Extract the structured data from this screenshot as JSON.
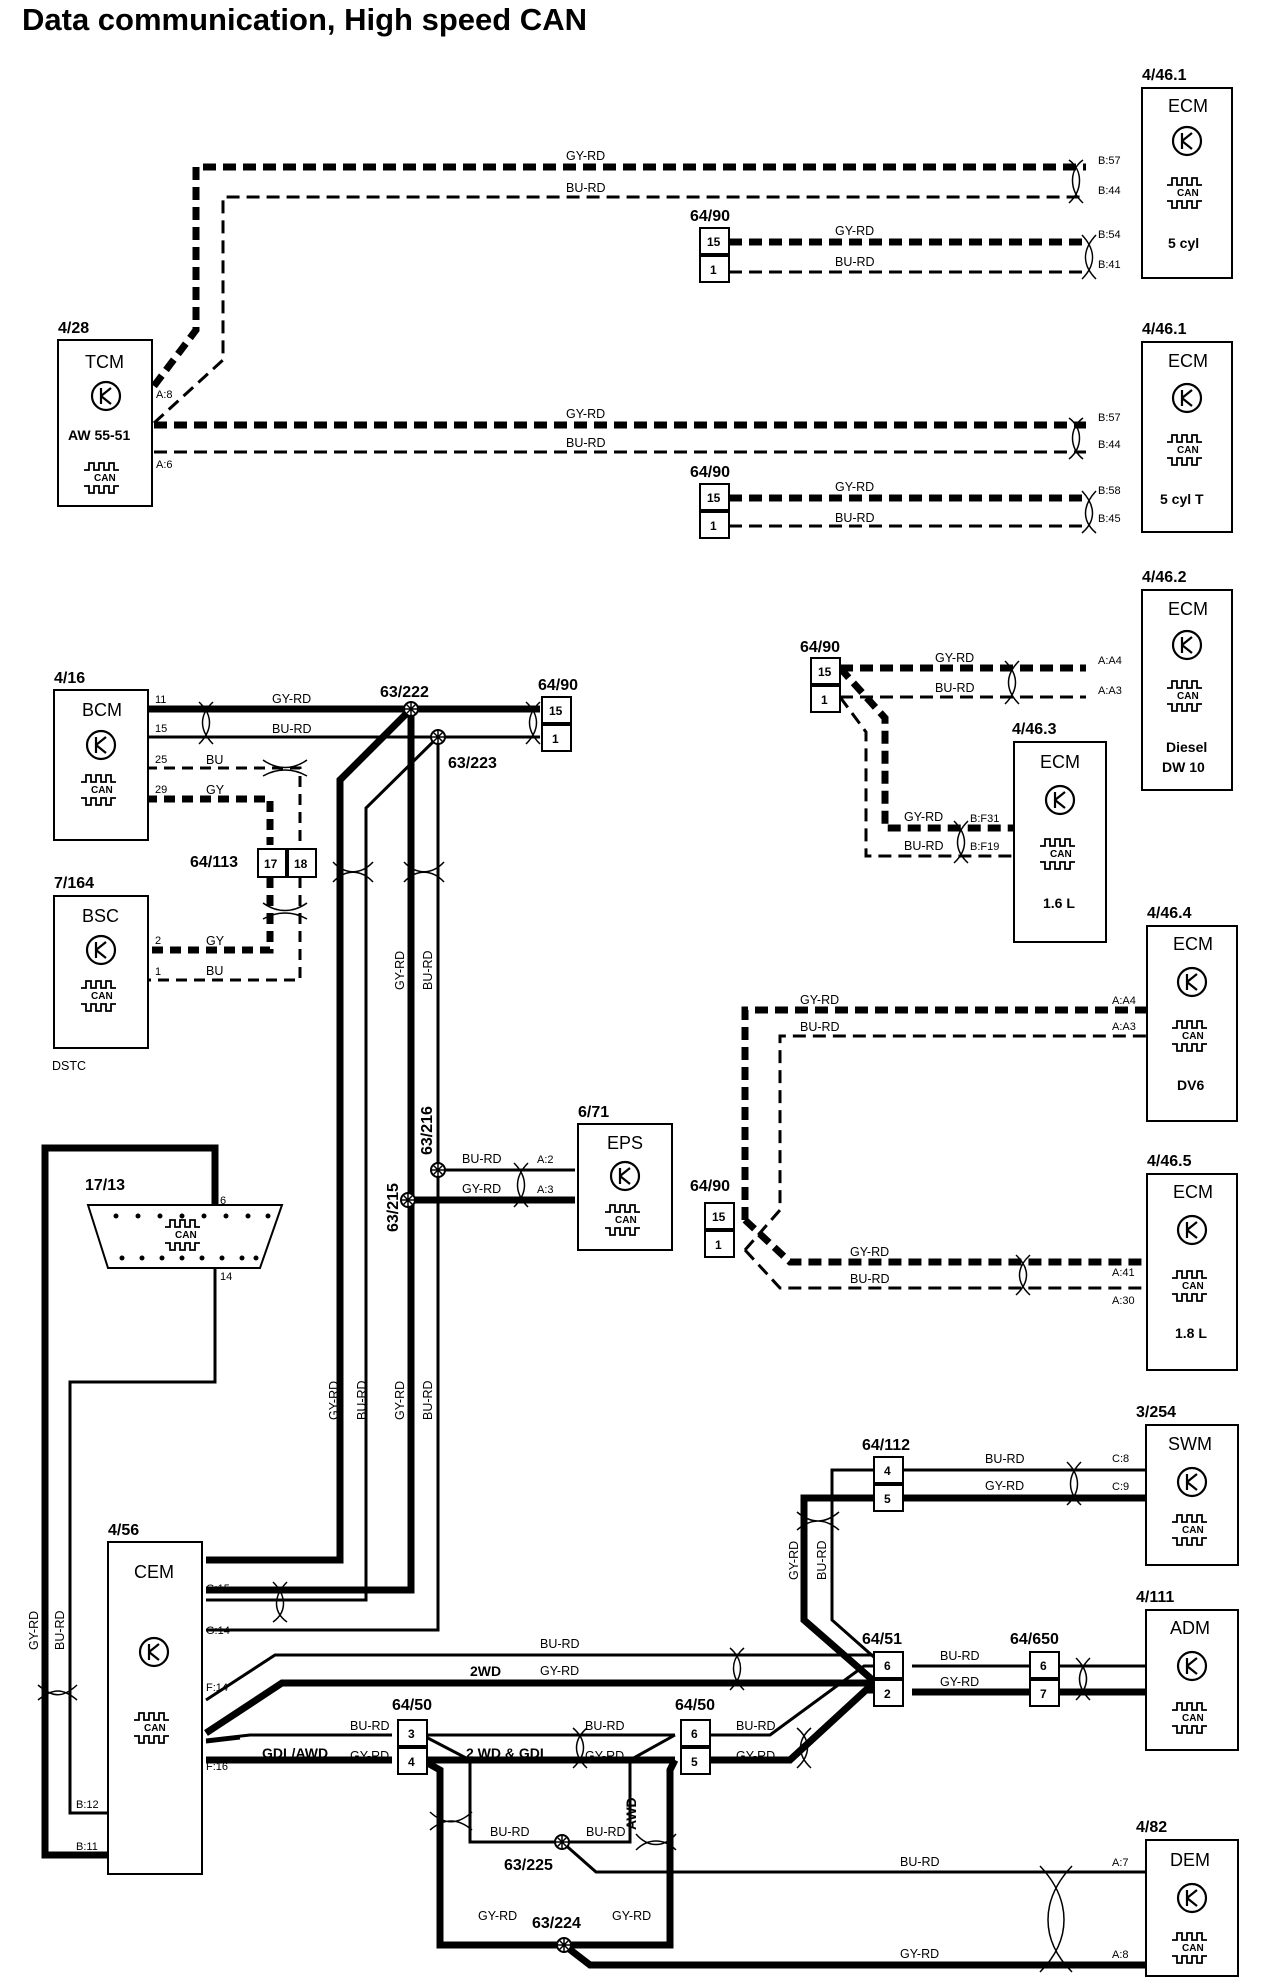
{
  "title": "Data communication, High speed CAN",
  "wire_colors": {
    "gy_rd": "GY-RD",
    "bu_rd": "BU-RD",
    "gy": "GY",
    "bu": "BU"
  },
  "modules": {
    "ecm_5cyl": {
      "id": "4/46.1",
      "name": "ECM",
      "sub": "5 cyl"
    },
    "ecm_5cylt": {
      "id": "4/46.1",
      "name": "ECM",
      "sub": "5 cyl T"
    },
    "tcm": {
      "id": "4/28",
      "name": "TCM",
      "sub": "AW 55-51"
    },
    "ecm_diesel": {
      "id": "4/46.2",
      "name": "ECM",
      "sub1": "Diesel",
      "sub2": "DW 10"
    },
    "ecm_16": {
      "id": "4/46.3",
      "name": "ECM",
      "sub": "1.6 L"
    },
    "bcm": {
      "id": "4/16",
      "name": "BCM"
    },
    "bsc": {
      "id": "7/164",
      "name": "BSC",
      "note": "DSTC"
    },
    "ecm_dv6": {
      "id": "4/46.4",
      "name": "ECM",
      "sub": "DV6"
    },
    "eps": {
      "id": "6/71",
      "name": "EPS"
    },
    "ecm_18": {
      "id": "4/46.5",
      "name": "ECM",
      "sub": "1.8 L"
    },
    "dlc": {
      "id": "17/13"
    },
    "swm": {
      "id": "3/254",
      "name": "SWM"
    },
    "cem": {
      "id": "4/56",
      "name": "CEM"
    },
    "adm": {
      "id": "4/111",
      "name": "ADM"
    },
    "dem": {
      "id": "4/82",
      "name": "DEM"
    }
  },
  "can_label": "CAN",
  "connectors": {
    "c6490": "64/90",
    "c64113": "64/113",
    "c64112": "64/112",
    "c6451": "64/51",
    "c64650": "64/650",
    "c6450": "64/50"
  },
  "splices": {
    "s63222": "63/222",
    "s63223": "63/223",
    "s63216": "63/216",
    "s63215": "63/215",
    "s63225": "63/225",
    "s63224": "63/224"
  },
  "pins": {
    "b57": "B:57",
    "b44": "B:44",
    "b54": "B:54",
    "b41": "B:41",
    "b58": "B:58",
    "b45": "B:45",
    "a8": "A:8",
    "a6": "A:6",
    "aa4": "A:A4",
    "aa3": "A:A3",
    "bf31": "B:F31",
    "bf19": "B:F19",
    "a2": "A:2",
    "a3": "A:3",
    "a41": "A:41",
    "a30": "A:30",
    "c8": "C:8",
    "c9": "C:9",
    "g15": "G:15",
    "g14": "G:14",
    "f14": "F:14",
    "f16": "F:16",
    "b12": "B:12",
    "b11": "B:11",
    "a7": "A:7",
    "a8d": "A:8",
    "n11": "11",
    "n15": "15",
    "n25": "25",
    "n29": "29",
    "n2": "2",
    "n1": "1",
    "n6": "6",
    "n14": "14"
  },
  "cpins": {
    "p15": "15",
    "p1": "1",
    "p17": "17",
    "p18": "18",
    "p4": "4",
    "p5": "5",
    "p6": "6",
    "p2": "2",
    "p7": "7",
    "p3": "3"
  },
  "labels": {
    "wd2": "2WD",
    "gdl_awd": "GDL/AWD",
    "wd2_gdl": "2 WD & GDL",
    "awd": "AWD"
  }
}
